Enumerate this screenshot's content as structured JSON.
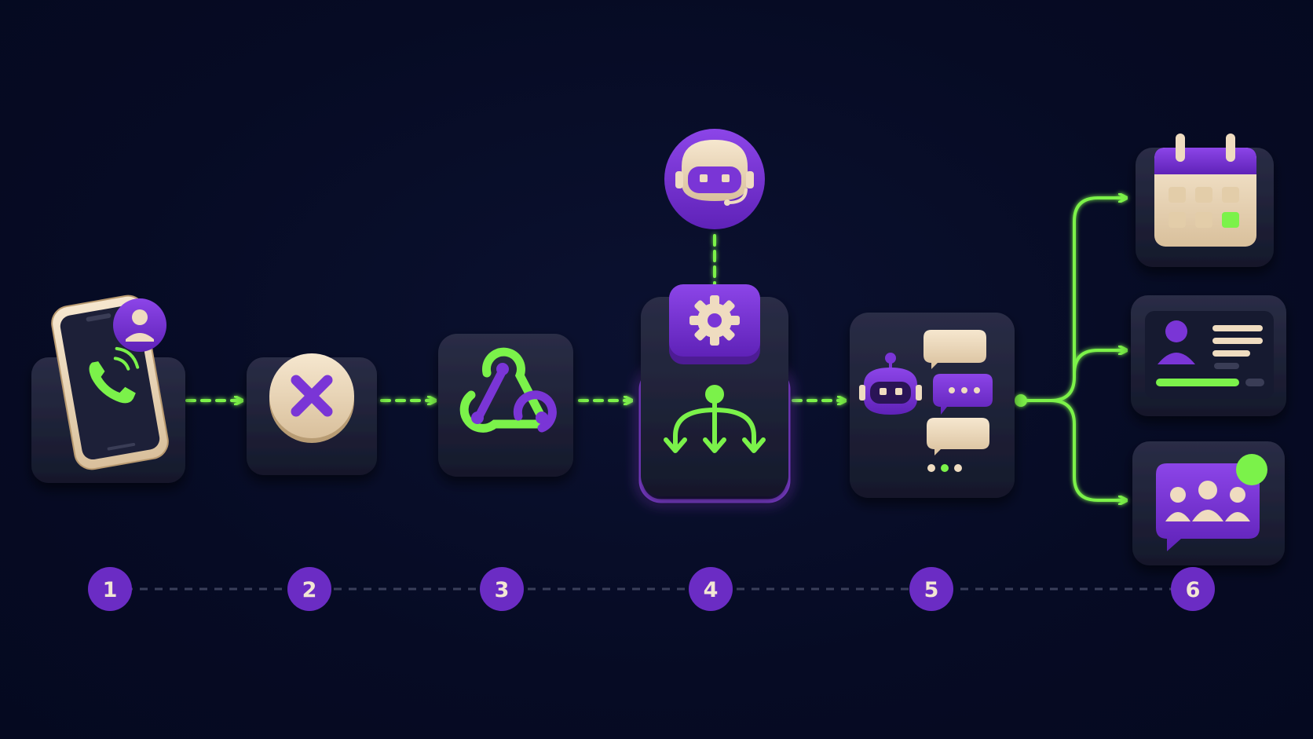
{
  "colors": {
    "background": "#060b24",
    "tile": "#1b1e34",
    "tile_top": "#23263e",
    "purple": "#7a35d6",
    "purple_light": "#9a5cf0",
    "green": "#7bf24a",
    "cream": "#efdcc0",
    "step_badge": "#6b2cc4"
  },
  "steps": [
    {
      "number": "1",
      "icon": "phone-call-icon"
    },
    {
      "number": "2",
      "icon": "x-circle-icon"
    },
    {
      "number": "3",
      "icon": "webhook-icon"
    },
    {
      "number": "4",
      "icon": "router-gear-icon"
    },
    {
      "number": "5",
      "icon": "bot-chat-icon"
    },
    {
      "number": "6",
      "icon": "outcomes-icon"
    }
  ],
  "extra_icons": [
    "user-badge-icon",
    "robot-head-icon",
    "gear-icon",
    "calendar-icon",
    "contact-card-icon",
    "group-chat-icon"
  ]
}
